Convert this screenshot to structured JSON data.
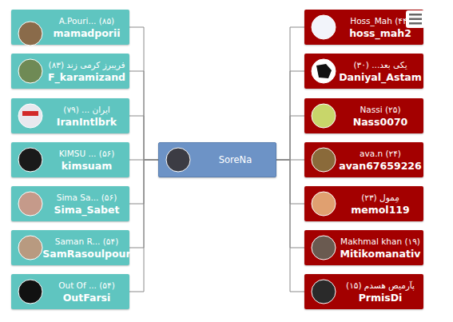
{
  "diagram": {
    "nodes": [
      {
        "text": [
          "A.Pouri... (۸۵)",
          "mamadporii"
        ]
      },
      {
        "text": [
          "فریبرز کرمی زند (۸۳)",
          "F_karamizand"
        ]
      },
      {
        "text": [
          "ایران ... (۷۹)",
          "IranIntlbrk"
        ]
      },
      {
        "text": [
          "KIMSU ... (۵۶)",
          "kimsuam"
        ]
      },
      {
        "text": [
          "Sima Sa... (۵۶)",
          "Sima_Sabet"
        ]
      },
      {
        "text": [
          "Saman R... (۵۴)",
          "SamRasoulpour"
        ]
      },
      {
        "text": [
          "Out Of ... (۵۴)",
          "OutFarsi"
        ]
      },
      {
        "text": [
          "SoreNa"
        ]
      },
      {
        "text": [
          "Hoss_Mah (۴۴)",
          "hoss_mah2"
        ]
      },
      {
        "text": [
          "یکی بعد... (۳۰)",
          "Daniyal_Astam"
        ]
      },
      {
        "text": [
          "Nassi (۲۵)",
          "Nass0070"
        ]
      },
      {
        "text": [
          "ava.n (۲۴)",
          "avan67659226"
        ]
      },
      {
        "text": [
          "مِمول (۲۳)",
          "memol119"
        ]
      },
      {
        "text": [
          "Makhmal khan (۱۹)",
          "Mitikomanativ"
        ]
      },
      {
        "text": [
          "پآرمیص هسدم (۱۵)",
          "PrmisDi"
        ]
      }
    ],
    "edges": [
      {
        "from": 0,
        "to": 7,
        "arrow": "none"
      },
      {
        "from": 1,
        "to": 7,
        "arrow": "none"
      },
      {
        "from": 2,
        "to": 7,
        "arrow": "none"
      },
      {
        "from": 3,
        "to": 7,
        "arrow": "none"
      },
      {
        "from": 4,
        "to": 7,
        "arrow": "none"
      },
      {
        "from": 5,
        "to": 7,
        "arrow": "none"
      },
      {
        "from": 6,
        "to": 7,
        "arrow": "none"
      },
      {
        "from": 7,
        "to": 8,
        "arrow": "none"
      },
      {
        "from": 7,
        "to": 9,
        "arrow": "none"
      },
      {
        "from": 7,
        "to": 10,
        "arrow": "none"
      },
      {
        "from": 7,
        "to": 11,
        "arrow": "none"
      },
      {
        "from": 7,
        "to": 12,
        "arrow": "none"
      },
      {
        "from": 7,
        "to": 13,
        "arrow": "none"
      },
      {
        "from": 7,
        "to": 14,
        "arrow": "none"
      }
    ]
  }
}
